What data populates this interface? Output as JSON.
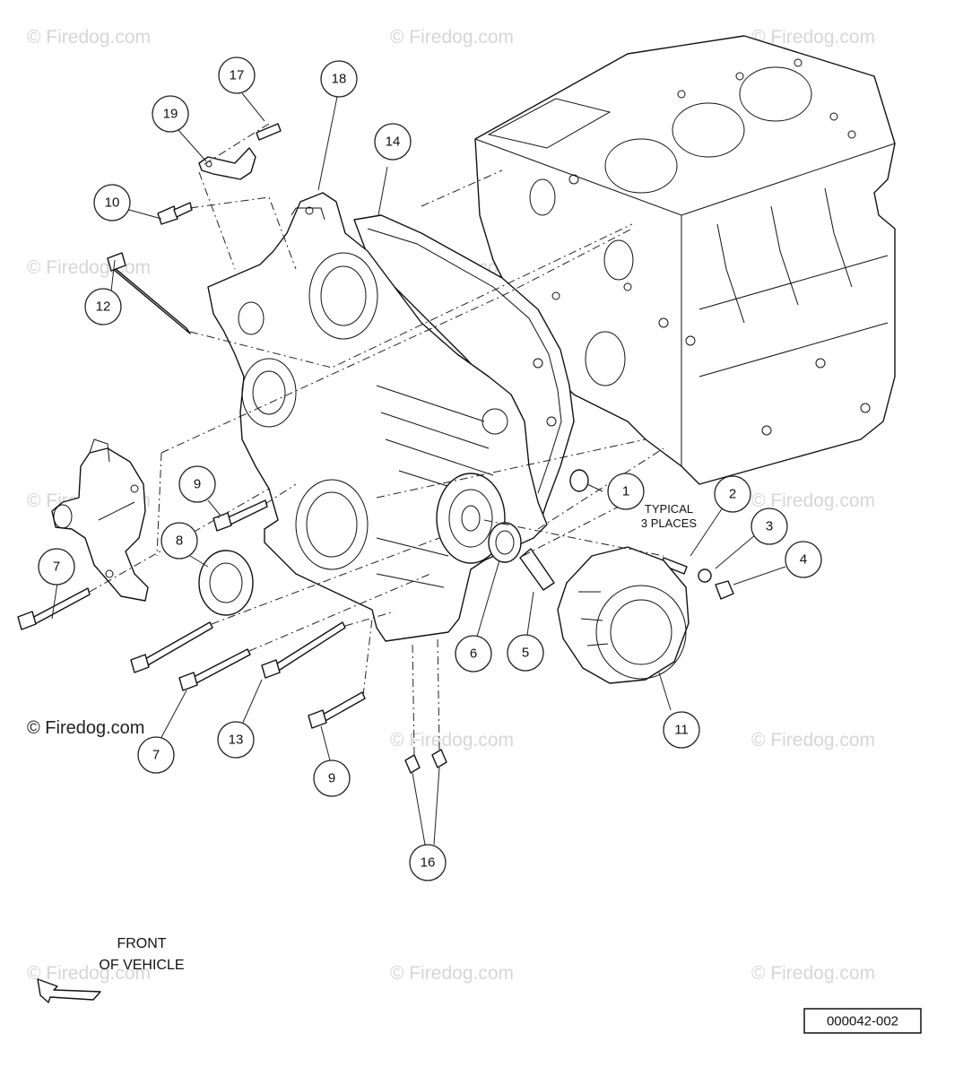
{
  "watermark": "© Firedog.com",
  "watermark_dark": "© Firedog.com",
  "note": {
    "line1": "TYPICAL",
    "line2": "3 PLACES"
  },
  "front": {
    "line1": "FRONT",
    "line2": "OF VEHICLE"
  },
  "reference_number": "000042-002",
  "callouts": [
    "1",
    "2",
    "3",
    "4",
    "5",
    "6",
    "7",
    "7",
    "8",
    "9",
    "9",
    "10",
    "11",
    "12",
    "13",
    "14",
    "16",
    "17",
    "18",
    "19"
  ]
}
